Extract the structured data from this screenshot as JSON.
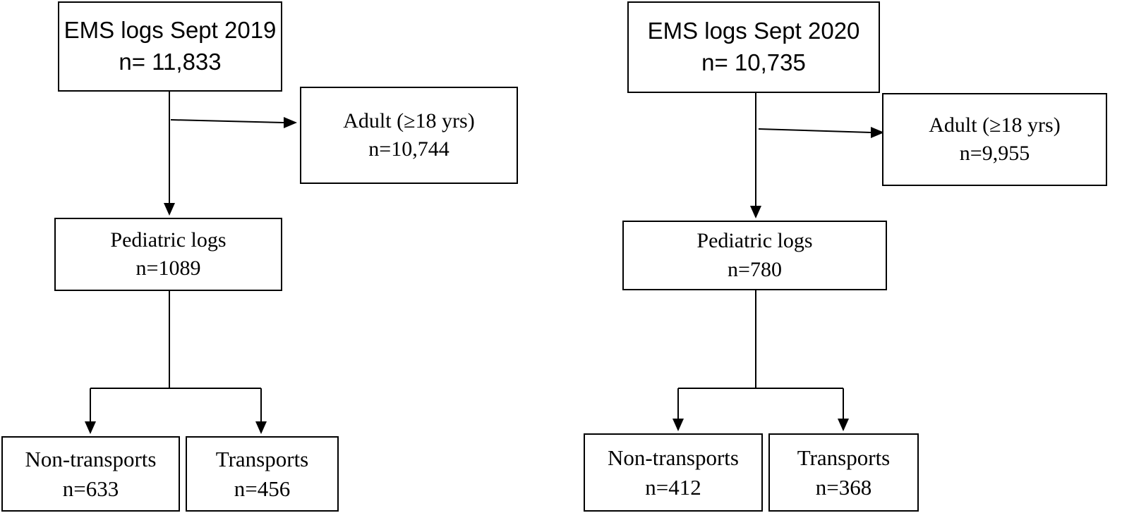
{
  "left": {
    "top": {
      "title": "EMS logs Sept 2019",
      "n": "n= 11,833"
    },
    "excluded": {
      "title": "Adult (≥18 yrs)",
      "n": "n=10,744"
    },
    "pediatric": {
      "title": "Pediatric logs",
      "n": "n=1089"
    },
    "non_transports": {
      "title": "Non-transports",
      "n": "n=633"
    },
    "transports": {
      "title": "Transports",
      "n": "n=456"
    }
  },
  "right": {
    "top": {
      "title": "EMS logs Sept 2020",
      "n": "n= 10,735"
    },
    "excluded": {
      "title": "Adult (≥18 yrs)",
      "n": "n=9,955"
    },
    "pediatric": {
      "title": "Pediatric logs",
      "n": "n=780"
    },
    "non_transports": {
      "title": "Non-transports",
      "n": "n=412"
    },
    "transports": {
      "title": "Transports",
      "n": "n=368"
    }
  }
}
